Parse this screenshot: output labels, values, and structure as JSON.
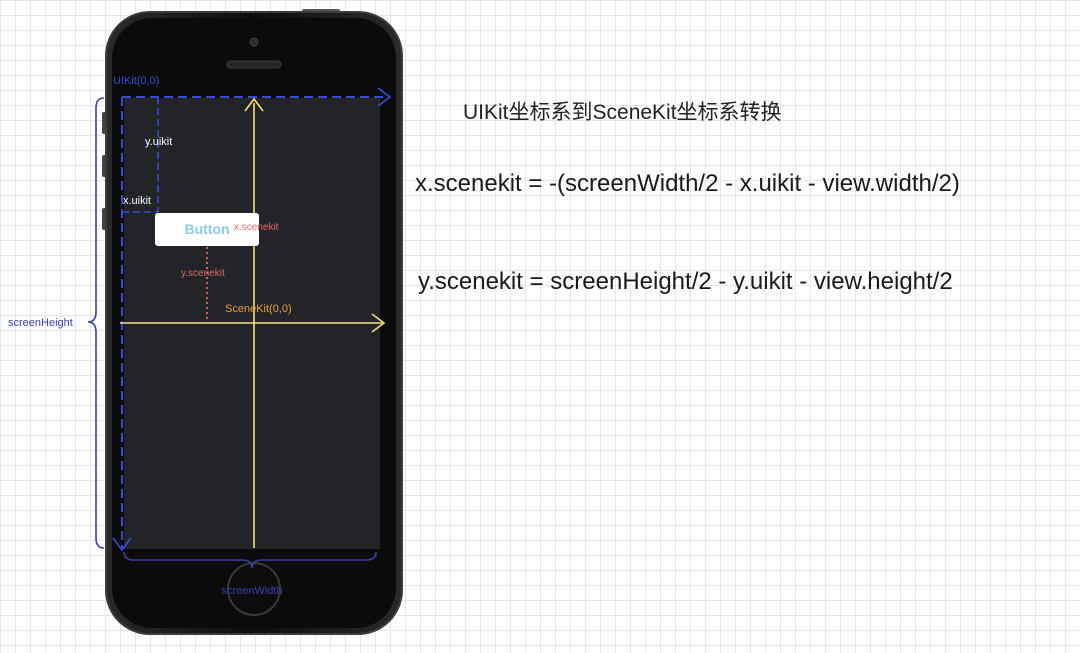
{
  "title": "UIKit坐标系到SceneKit坐标系转换",
  "formulas": {
    "x": "x.scenekit = -(screenWidth/2 - x.uikit -  view.width/2)",
    "y": "y.scenekit = screenHeight/2 - y.uikit - view.height/2"
  },
  "phone": {
    "labels": {
      "uikit_origin": "UIKit(0,0)",
      "scenekit_origin": "SceneKit(0,0)",
      "y_uikit": "y.uikit",
      "x_uikit": "x.uikit",
      "x_scenekit": "x.scenekit",
      "y_scenekit": "y.scenekit",
      "screen_height": "screenHeight",
      "screen_width": "screenWidth"
    },
    "button_label": "Button"
  },
  "colors": {
    "uikit_axis": "#3a4bd8",
    "scenekit_axis": "#f2e27a",
    "scenekit_label": "#e8a040",
    "scenekit_offset": "#e06a6a",
    "brace": "#3a3fa8",
    "phone_body": "#121212",
    "screen": "#232428"
  }
}
